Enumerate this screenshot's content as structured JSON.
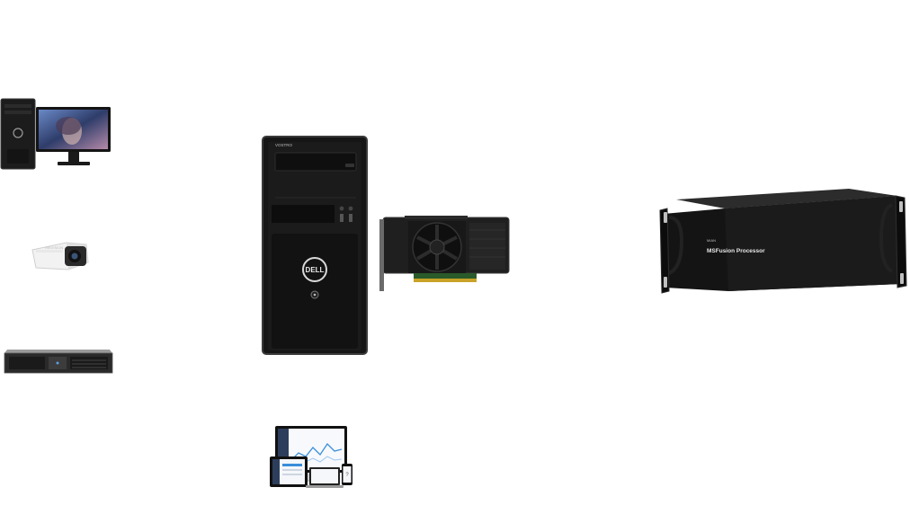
{
  "devices": {
    "tower_brand": "DELL",
    "tower_model": "VOSTRO",
    "processor_brand": "MIAN",
    "processor_name": "MSFusion Processor"
  },
  "colors": {
    "background": "#ffffff",
    "device_body": "#1a1a1a",
    "device_edge": "#3a3a3a",
    "gpu_connector": "#c9a227",
    "screen_accent": "#3b8fd9"
  },
  "icons": [
    "desktop-computer-icon",
    "ip-camera-icon",
    "rack-server-icon",
    "tower-pc-icon",
    "graphics-card-icon",
    "multi-device-screens-icon",
    "video-processor-icon"
  ]
}
